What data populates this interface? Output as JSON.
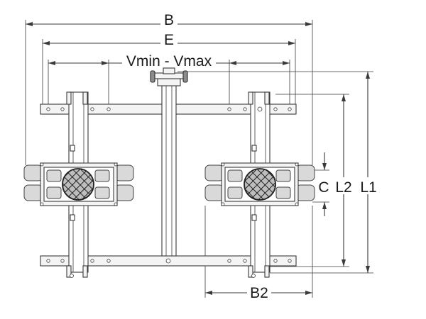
{
  "labels": {
    "B": "B",
    "E": "E",
    "V": "Vmin - Vmax",
    "C": "C",
    "L2": "L2",
    "L1": "L1",
    "B2": "B2"
  }
}
